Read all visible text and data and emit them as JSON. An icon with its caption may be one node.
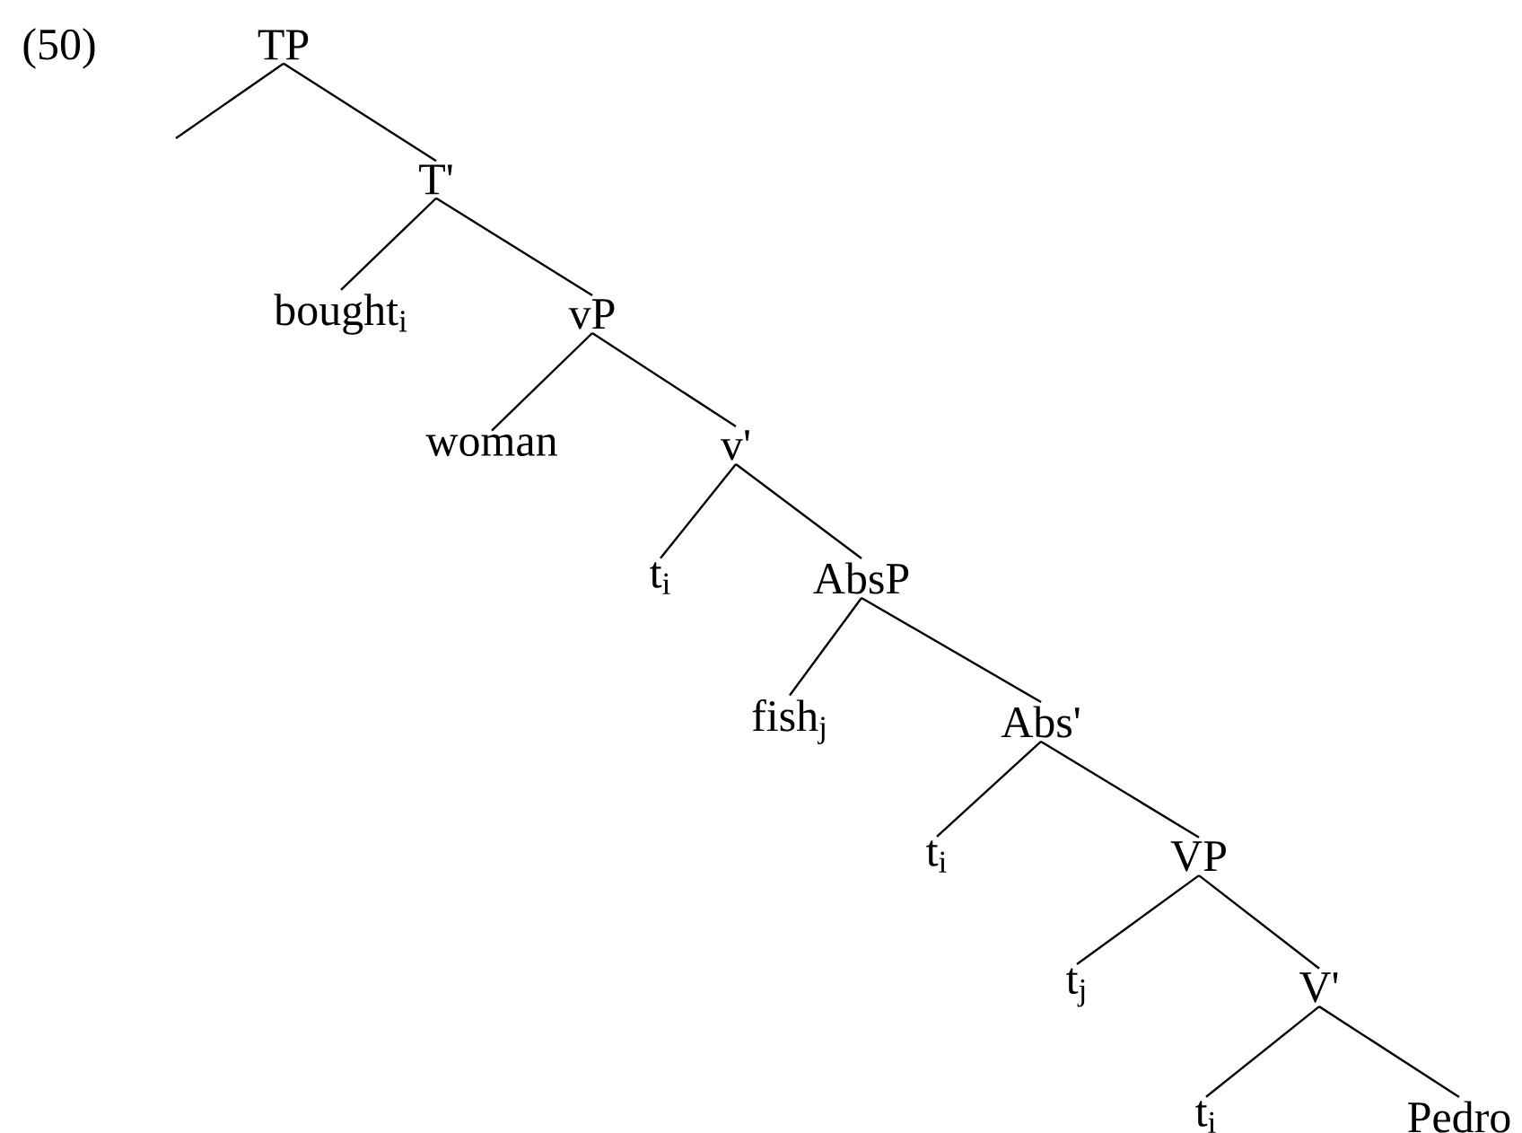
{
  "diagram": {
    "nodes": [
      {
        "text": [
          "TP"
        ]
      },
      {
        "text": [
          "T'"
        ]
      },
      {
        "text": [
          "bought$_{i}$"
        ]
      },
      {
        "text": [
          "vP"
        ]
      },
      {
        "text": [
          "woman"
        ]
      },
      {
        "text": [
          "v'"
        ]
      },
      {
        "text": [
          "t$_{i}$"
        ]
      },
      {
        "text": [
          "AbsP"
        ]
      },
      {
        "text": [
          "fish$_{j}$"
        ]
      },
      {
        "text": [
          "Abs'"
        ]
      },
      {
        "text": [
          "t$_{i}$"
        ]
      },
      {
        "text": [
          "VP"
        ]
      },
      {
        "text": [
          "t$_{j}$"
        ]
      },
      {
        "text": [
          "V'"
        ]
      },
      {
        "text": [
          "t$_{i}$"
        ]
      },
      {
        "text": [
          "Pedro"
        ]
      }
    ],
    "edges": [
      {
        "from": 0,
        "to": null,
        "arrow": "none"
      },
      {
        "from": 0,
        "to": 1,
        "arrow": "none"
      },
      {
        "from": 1,
        "to": 2,
        "arrow": "none"
      },
      {
        "from": 1,
        "to": 3,
        "arrow": "none"
      },
      {
        "from": 3,
        "to": 4,
        "arrow": "none"
      },
      {
        "from": 3,
        "to": 5,
        "arrow": "none"
      },
      {
        "from": 5,
        "to": 6,
        "arrow": "none"
      },
      {
        "from": 5,
        "to": 7,
        "arrow": "none"
      },
      {
        "from": 7,
        "to": 8,
        "arrow": "none"
      },
      {
        "from": 7,
        "to": 9,
        "arrow": "none"
      },
      {
        "from": 9,
        "to": 10,
        "arrow": "none"
      },
      {
        "from": 9,
        "to": 11,
        "arrow": "none"
      },
      {
        "from": 11,
        "to": 12,
        "arrow": "none"
      },
      {
        "from": 11,
        "to": 13,
        "arrow": "none"
      },
      {
        "from": 13,
        "to": 14,
        "arrow": "none"
      },
      {
        "from": 13,
        "to": 15,
        "arrow": "none"
      }
    ],
    "labels": [
      "(50)"
    ]
  }
}
